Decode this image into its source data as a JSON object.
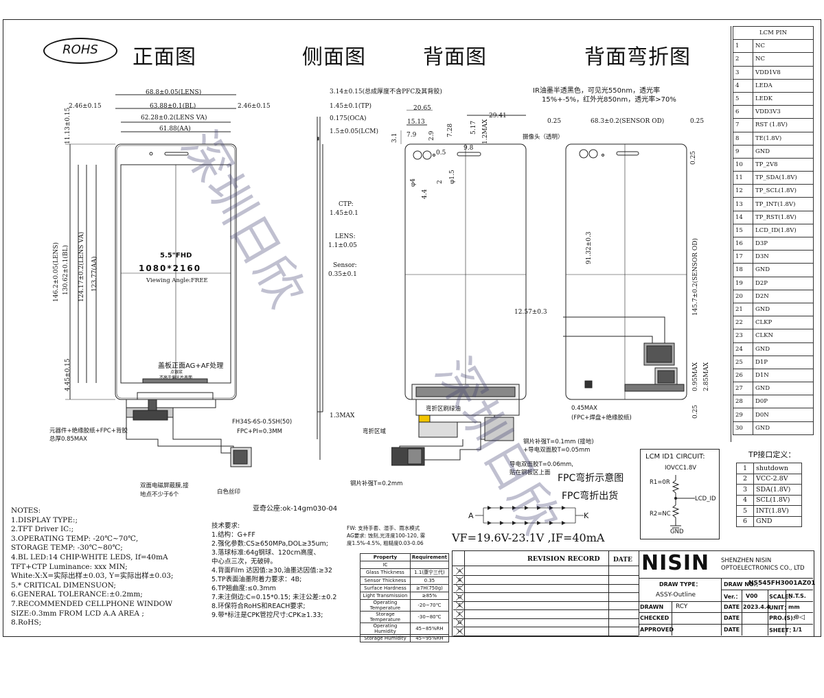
{
  "titles": {
    "rohs": "ROHS",
    "front": "正面图",
    "side": "侧面图",
    "back": "背面图",
    "back_bend": "背面弯折图"
  },
  "front": {
    "d_lens_w": "68.8±0.05(LENS)",
    "d_bl_w": "63.88±0.1(BL)",
    "d_lensva_w": "62.28±0.2(LENS VA)",
    "d_aa_w": "61.88(AA)",
    "d_left_margin": "2.46±0.15",
    "d_right_margin": "2.46±0.15",
    "d_top": "11.13±0.15",
    "d_lens_h": "146.2±0.05(LENS)",
    "d_bl_h": "130.62±0.1(BL)",
    "d_lensva_h": "124.17±0.2(LENS VA)",
    "d_aa_h": "123.77(AA)",
    "d_bottom": "4.45±0.15",
    "size": "5.5\"FHD",
    "resolution": "1080*2160",
    "viewing": "Viewing Angle:FREE",
    "cover_note": "盖板正面AG+AF处理",
    "cover_sub1": "点银浆",
    "cover_sub2": "不高于偏光片表面",
    "connector": "FH34S-6S-0.5SH(50)",
    "fpc_pi": "FPC+PI=0.3MM",
    "component_note1": "元器件+绝缘胶纸+FPC+背胶",
    "component_note2": "总厚0.85MAX",
    "emi_note1": "双面电磁屏蔽膜,接",
    "emi_note2": "地点不少于6个",
    "silkscreen": "白色丝印",
    "maker": "亚奇公座:ok-14gm030-04"
  },
  "side": {
    "d_total": "3.14±0.15(总成厚度不含PFC及其背胶)",
    "d_tp": "1.45±0.1(TP)",
    "d_oca": "0.175(OCA)",
    "d_lcm": "1.5±0.05(LCM)",
    "ctp_label": "CTP:",
    "ctp_val": "1.45±0.1",
    "lens_label": "LENS:",
    "lens_val": "1.1±0.05",
    "sensor_label": "Sensor:",
    "sensor_val": "0.35±0.1",
    "d_max": "1.3MAX"
  },
  "back": {
    "d1": "20.65",
    "d2": "29.41",
    "d3": "15.13",
    "d4": "7.9",
    "d5": "2.9",
    "d6": "7.28",
    "d7": "5.17",
    "d8": "9.8",
    "d9": "1.2MAX",
    "d10": "3.1",
    "d11": "φ4",
    "d12": "4.4",
    "d13": "2",
    "d14": "φ1.5",
    "d15": "0.5",
    "bend_ink": "弯折区刷绿油",
    "bend_zone": "弯折区域",
    "steel": "钢片补强T=0.2mm",
    "steel2": "钢片补强T=0.1mm (接地)",
    "steel3": "+导电双面胶T=0.05mm",
    "fpc_tape1": "导电双面胶T=0.06mm,",
    "fpc_tape2": "贴在钢板区上面",
    "fpc_bend": "FPC弯折示意图",
    "fpc_out": "FPC弯折出货"
  },
  "bend": {
    "ir_note1": "IR油墨半透黑色，可见光550nm，透光率",
    "ir_note2": "15%+-5%，红外光850nm，透光率>70%",
    "camera": "摄像头（透明）",
    "d_left": "0.25",
    "d_sensor_w": "68.3±0.2(SENSOR OD)",
    "d_right": "0.25",
    "d_top_r": "0.25",
    "d_h1": "91.32±0.3",
    "d_sensor_h": "145.7±0.2(SENSOR OD)",
    "d_fpc": "12.57±0.3",
    "d_b1": "0.95MAX",
    "d_b2": "2.85MAX",
    "d_b3": "0.25",
    "fpc_note1": "0.45MAX",
    "fpc_note2": "(FPC+焊盘+绝缘胶纸)"
  },
  "circuit": {
    "title": "LCM ID1 CIRCUIT:",
    "vcc": "IOVCC1.8V",
    "r1": "R1=0R",
    "r2": "R2=NC",
    "out": "LCD_ID",
    "gnd": "GND"
  },
  "led": {
    "anode": "A",
    "cathode": "K",
    "spec": "VF=19.6V-23.1V ,IF=40mA"
  },
  "lcm_pin": {
    "title": "LCM PIN",
    "rows": [
      [
        "1",
        "NC"
      ],
      [
        "2",
        "NC"
      ],
      [
        "3",
        "VDD1V8"
      ],
      [
        "4",
        "LEDA"
      ],
      [
        "5",
        "LEDK"
      ],
      [
        "6",
        "VDD3V3"
      ],
      [
        "7",
        "RST (1.8V)"
      ],
      [
        "8",
        "TE(1.8V)"
      ],
      [
        "9",
        "GND"
      ],
      [
        "10",
        "TP_2V8"
      ],
      [
        "11",
        "TP_SDA(1.8V)"
      ],
      [
        "12",
        "TP_SCL(1.8V)"
      ],
      [
        "13",
        "TP_INT(1.8V)"
      ],
      [
        "14",
        "TP_RST(1.8V)"
      ],
      [
        "15",
        "LCD_ID(1.8V)"
      ],
      [
        "16",
        "D3P"
      ],
      [
        "17",
        "D3N"
      ],
      [
        "18",
        "GND"
      ],
      [
        "19",
        "D2P"
      ],
      [
        "20",
        "D2N"
      ],
      [
        "21",
        "GND"
      ],
      [
        "22",
        "CLKP"
      ],
      [
        "23",
        "CLKN"
      ],
      [
        "24",
        "GND"
      ],
      [
        "25",
        "D1P"
      ],
      [
        "26",
        "D1N"
      ],
      [
        "27",
        "GND"
      ],
      [
        "28",
        "D0P"
      ],
      [
        "29",
        "D0N"
      ],
      [
        "30",
        "GND"
      ]
    ]
  },
  "tp_pin": {
    "title": "TP接口定义：",
    "rows": [
      [
        "1",
        "shutdown"
      ],
      [
        "2",
        "VCC-2.8V"
      ],
      [
        "3",
        "SDA(1.8V)"
      ],
      [
        "4",
        "SCL(1.8V)"
      ],
      [
        "5",
        "INT(1.8V)"
      ],
      [
        "6",
        "GND"
      ]
    ]
  },
  "notes": [
    "NOTES:",
    "1.DISPLAY TYPE:;",
    "2.TFT  Driver IC:;",
    "3.OPERATING TEMP: -20℃~70℃,",
    "   STORAGE TEMP: -30℃~80℃;",
    "4.BL  LED:14 CHIP-WHITE  LEDS, If=40mA",
    "     TFT+CTP  Luminance:  xxx MIN;",
    "     White:X:X=实际出样±0.03, Y=实际出样±0.03;",
    "5.* CRITICAL DIMENSUON;",
    "6.GENERAL TOLERANCE:±0.2mm;",
    "7.RECOMMENDED CELLPHONE WINDOW",
    "  SIZE:0.3mm FROM LCD A.A AREA ;",
    "8.RoHS;"
  ],
  "tech": [
    "技术要求:",
    "1.结构：G+FF",
    "2.强化参数:CS≥650MPa,DOL≥35um;",
    "3.落球标准:64g钢球、120cm高度、",
    "          中心点三次，无破碎。",
    "4.背面Film 达因值:≥30,油墨达因值:≥32",
    "5.TP表面油墨附着力要求：4B;",
    "6.TP翘曲度:≤0.3mm",
    "7.未注倒边:C=0.15*0.15; 未注公差:±0.2",
    "8.环保符合RoHS和REACH要求;",
    "9.带*标注是CPK管控尺寸:CPK≥1.33;"
  ],
  "fw": [
    "FW: 支持手套、湿手、雨水模式",
    "AG要求: 蚀刻,光泽度100-120, 雾",
    "度1.5%-4.5%, 粗糙度0.03-0.06"
  ],
  "props": {
    "head": [
      "Property",
      "Requirement"
    ],
    "rows": [
      [
        "IC",
        ""
      ],
      [
        "Glass Thickness",
        "1.1(康宁三代)"
      ],
      [
        "Sensor Thickness",
        "0.35"
      ],
      [
        "Surface Hardness",
        "≥7H(750g)"
      ],
      [
        "Light Transmission",
        "≥85%"
      ],
      [
        "Operating Temperature",
        "-20~70℃"
      ],
      [
        "Storage Temperature",
        "-30~80℃"
      ],
      [
        "Operating Humidity",
        "45~85%RH"
      ],
      [
        "Storage Humidity",
        "45~95%RH"
      ]
    ]
  },
  "title_block": {
    "revision": "REVISION RECORD",
    "date": "DATE",
    "logo": "NISIN",
    "company1": "SHENZHEN NISIN",
    "company2": "OPTOELECTRONICS CO., LTD",
    "draw_type_label": "DRAW TYPE：",
    "draw_type": "ASSY-Outline",
    "drawn_label": "DRAWN",
    "drawn": "RCY",
    "checked_label": "CHECKED",
    "approved_label": "APPROVED",
    "draw_no_label": "DRAW NO.：",
    "draw_no": "NS545FH3001AZ01",
    "ver_label": "Ver.：",
    "ver": "V00",
    "scale_label": "SCALE：",
    "scale": "N.T.S.",
    "date_label": "DATE",
    "date_val": "2023.4.4",
    "unit_label": "UNIT：",
    "unit": "mm",
    "date2_label": "DATE",
    "pro_label": "PRO.(S):",
    "date3_label": "DATE",
    "sheet_label": "SHEET：",
    "sheet": "1/1",
    "rev_letters": [
      "A",
      "B",
      "C",
      "D",
      "E",
      "F",
      "G",
      "H"
    ]
  },
  "watermark": [
    "深圳日欣",
    "深圳日欣"
  ]
}
